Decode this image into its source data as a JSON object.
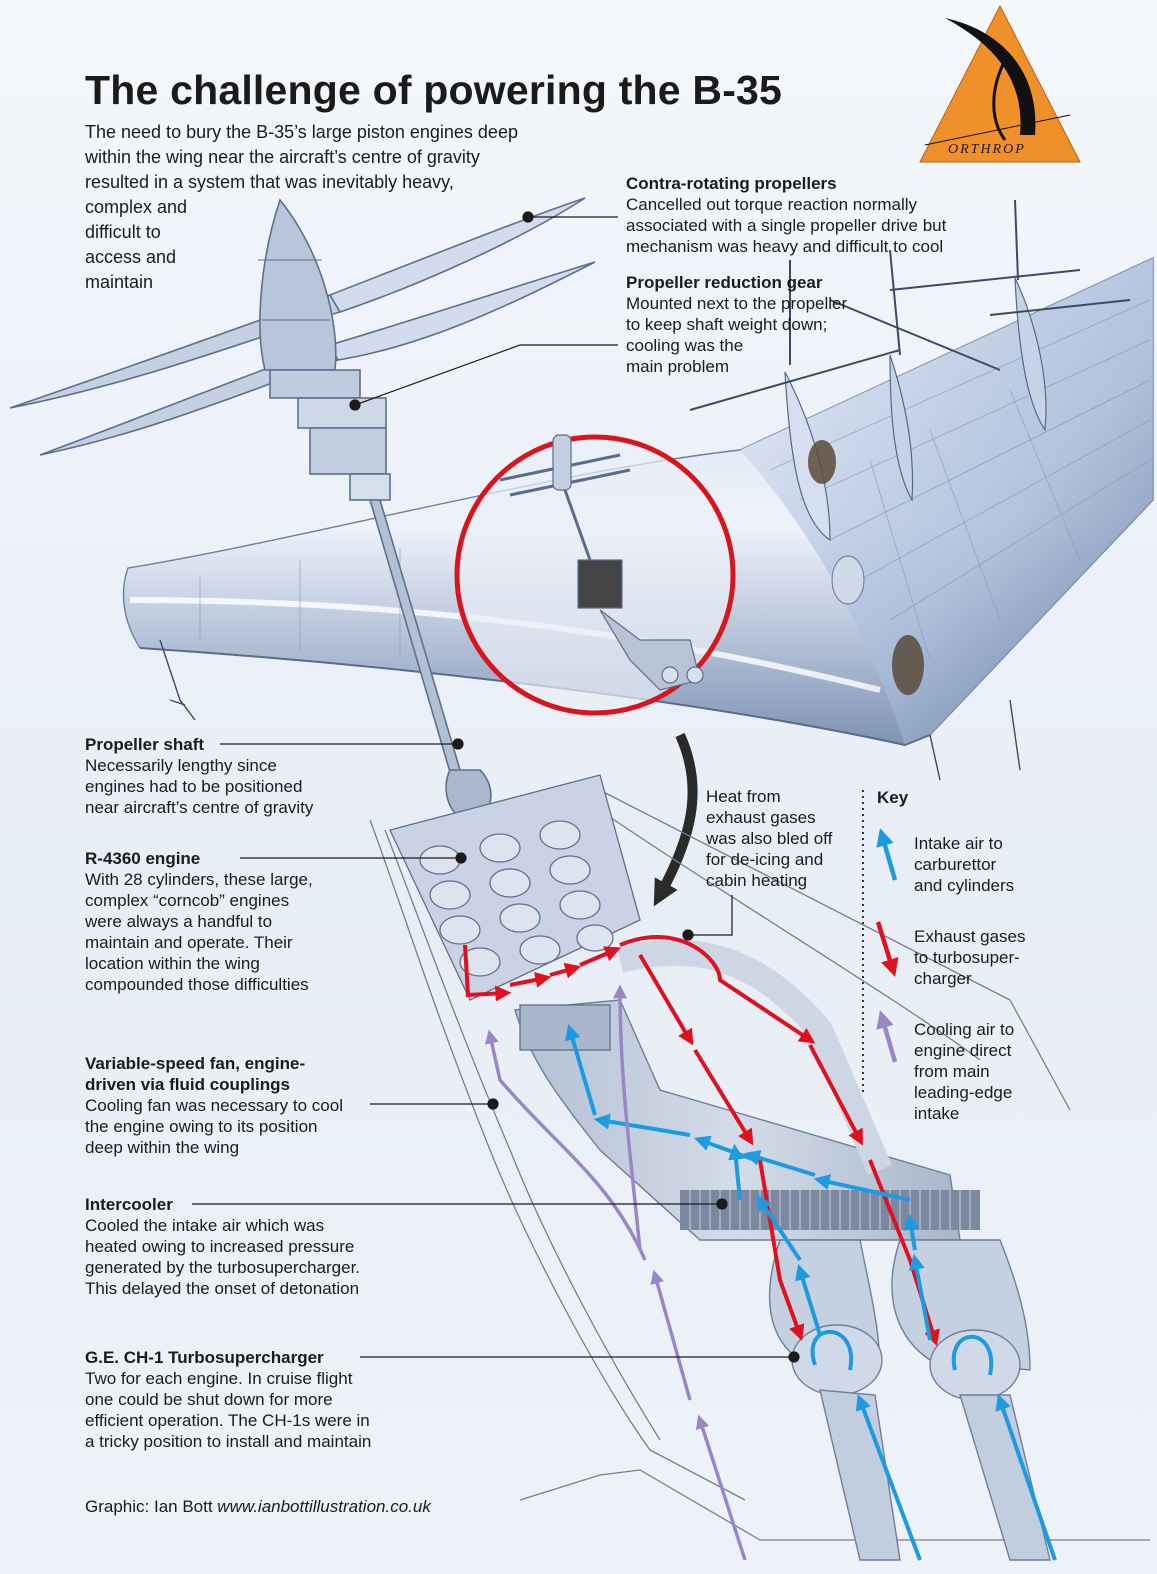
{
  "title": "The challenge of powering the B-35",
  "intro": "The need to bury the B-35’s large piston engines deep\nwithin the wing near the aircraft’s centre of gravity\nresulted in a system that was inevitably heavy,\ncomplex and\ndifficult to\naccess and\nmaintain",
  "logo": {
    "wordmark": "ORTHROP",
    "colors": {
      "triangle": "#f0902a",
      "mark": "#111111"
    }
  },
  "callouts": {
    "contra": {
      "title": "Contra-rotating propellers",
      "body": "Cancelled out torque reaction normally\nassociated with a single propeller drive but\nmechanism was heavy and difficult to cool"
    },
    "reduction": {
      "title": "Propeller reduction gear",
      "body": "Mounted next to the propeller\nto keep shaft weight down;\ncooling was the\nmain problem"
    },
    "shaft": {
      "title": "Propeller shaft",
      "body": "Necessarily lengthy since\nengines had to be positioned\nnear aircraft’s centre of gravity"
    },
    "engine": {
      "title": "R-4360 engine",
      "body": "With 28 cylinders, these large,\ncomplex “corncob” engines\nwere always a handful to\nmaintain and operate. Their\nlocation within the wing\ncompounded those difficulties"
    },
    "fan": {
      "title": "Variable-speed fan, engine-\ndriven via fluid couplings",
      "body": "Cooling fan was necessary to cool\nthe engine owing to its position\ndeep within the wing"
    },
    "intercooler": {
      "title": "Intercooler",
      "body": "Cooled the intake air which was\nheated owing to increased pressure\ngenerated by the turbosupercharger.\nThis delayed the onset of detonation"
    },
    "turbo": {
      "title": "G.E. CH-1 Turbosupercharger",
      "body": "Two for each engine. In cruise flight\none could be shut down for more\nefficient operation. The CH-1s were in\na tricky position to install and maintain"
    },
    "heat": {
      "body": "Heat from\nexhaust gases\nwas also bled off\nfor de-icing and\ncabin heating"
    }
  },
  "key": {
    "title": "Key",
    "items": [
      {
        "label": "Intake air to\ncarburettor\nand cylinders",
        "color": "#1d9be0"
      },
      {
        "label": "Exhaust gases\nto turbosuper-\ncharger",
        "color": "#e0101e"
      },
      {
        "label": "Cooling air to\nengine direct\nfrom main\nleading-edge\nintake",
        "color": "#9a86c6"
      }
    ]
  },
  "credit": {
    "prefix": "Graphic: Ian Bott ",
    "url": "www.ianbottillustration.co.uk"
  },
  "colors": {
    "highlight_circle": "#d8141c",
    "structure": "#6f7f99"
  }
}
